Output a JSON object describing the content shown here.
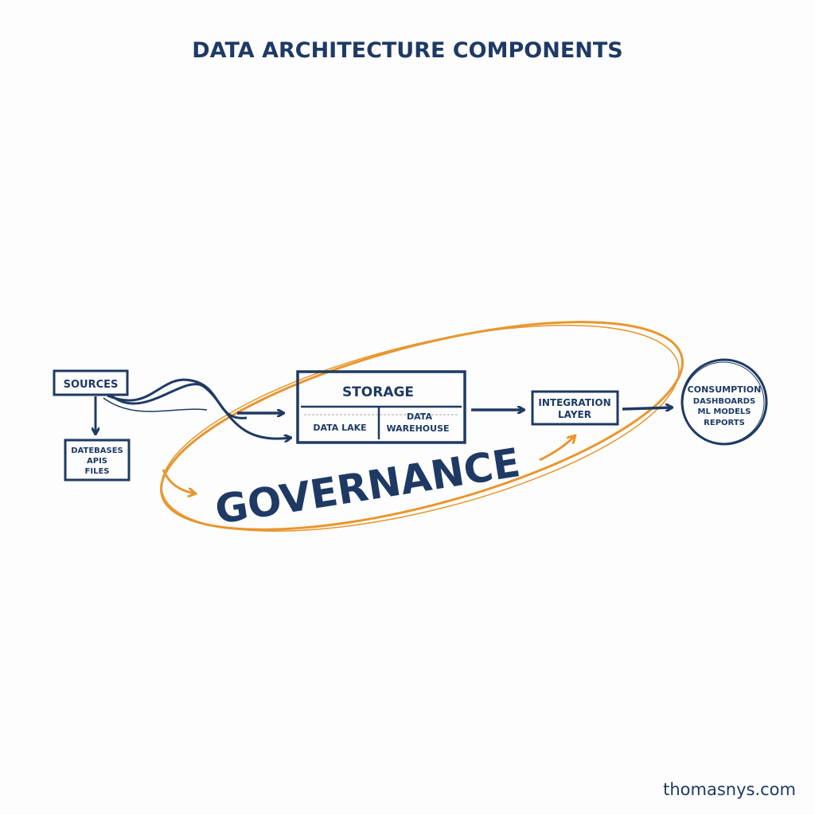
{
  "title": "DATA ARCHITECTURE COMPONENTS",
  "colors": {
    "ink": "#1e3a64",
    "accent": "#e8962e",
    "background": "#fdfdfd"
  },
  "nodes": {
    "sources": "SOURCES",
    "source_types": [
      "DATEBASES",
      "APIS",
      "FILES"
    ],
    "storage": {
      "title": "STORAGE",
      "left": "DATA LAKE",
      "right_line1": "DATA",
      "right_line2": "WAREHOUSE"
    },
    "integration": {
      "line1": "INTEGRATION",
      "line2": "LAYER"
    },
    "consumption": [
      "CONSUMPTION",
      "DASHBOARDS",
      "ML MODELS",
      "REPORTS"
    ]
  },
  "governance": "GOVERNANCE",
  "footer": "thomasnys.com"
}
